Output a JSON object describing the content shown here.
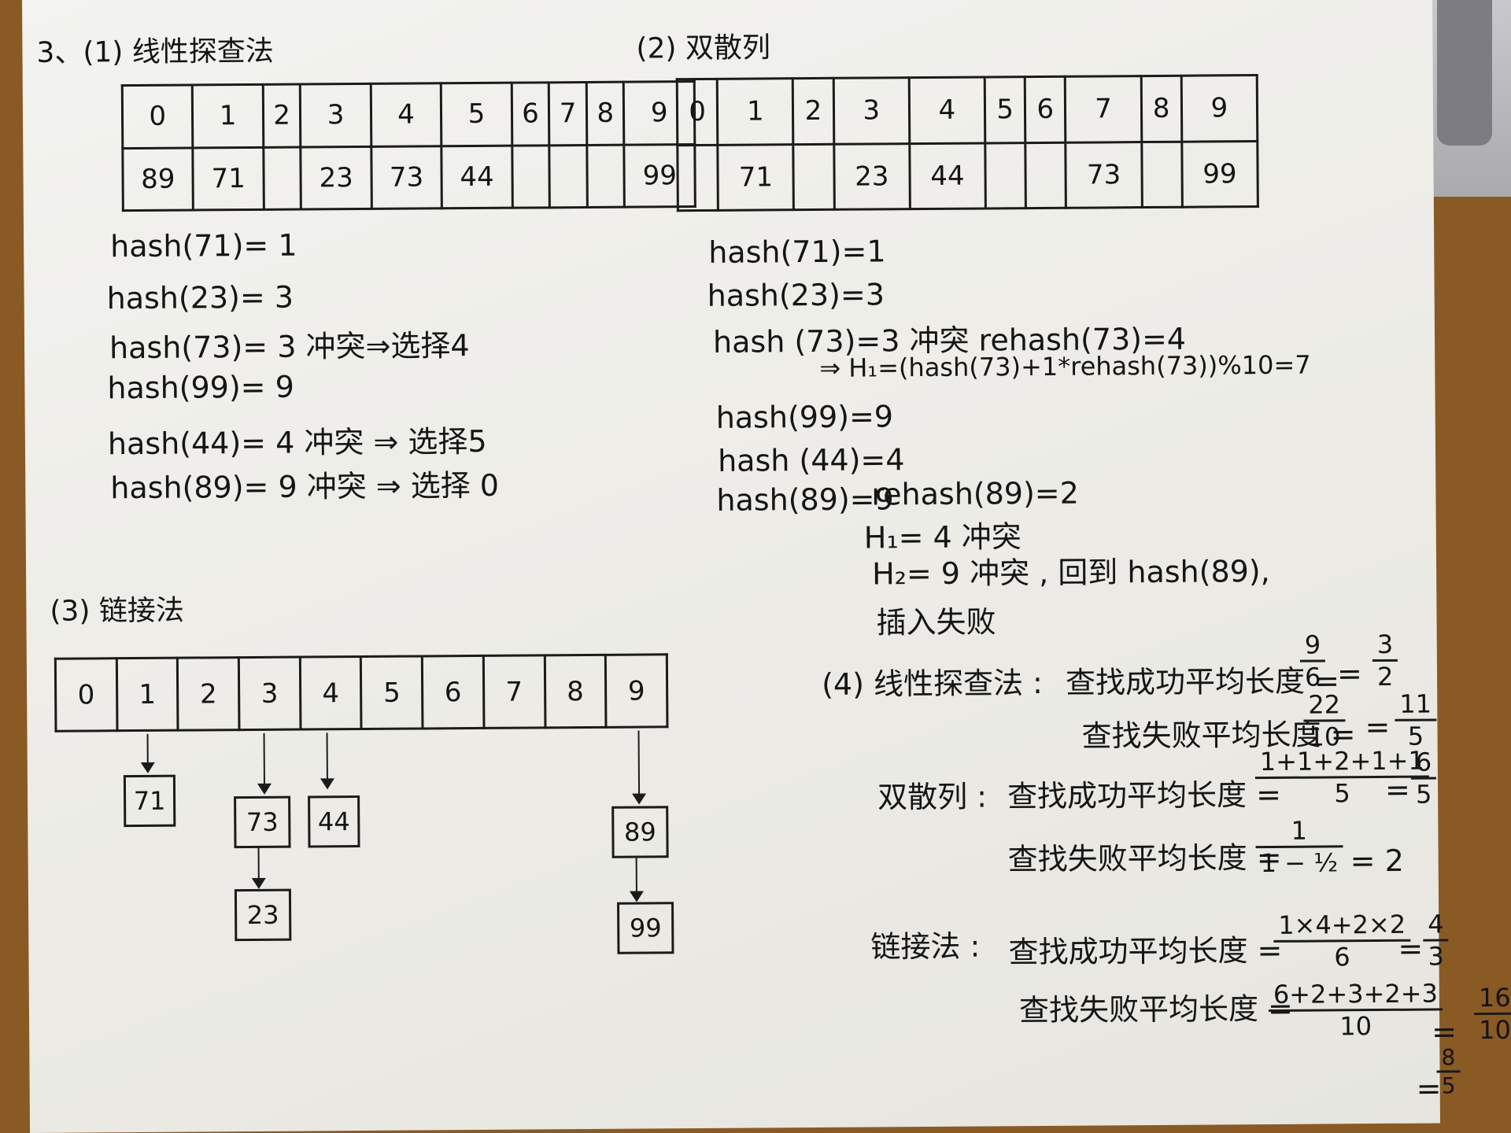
{
  "q1": {
    "title": "3、(1) 线性探查法",
    "header": [
      "0",
      "1",
      "2",
      "3",
      "4",
      "5",
      "6",
      "7",
      "8",
      "9"
    ],
    "values": [
      "89",
      "71",
      "",
      "23",
      "73",
      "44",
      "",
      "",
      "",
      "99"
    ],
    "lines": [
      "hash(71)= 1",
      "hash(23)= 3",
      "hash(73)= 3 冲突⇒选择4",
      "hash(99)= 9",
      "hash(44)= 4 冲突 ⇒ 选择5",
      "hash(89)= 9 冲突 ⇒ 选择 0"
    ]
  },
  "q2": {
    "title": "(2) 双散列",
    "header": [
      "0",
      "1",
      "2",
      "3",
      "4",
      "5",
      "6",
      "7",
      "8",
      "9"
    ],
    "values": [
      "",
      "71",
      "",
      "23",
      "44",
      "",
      "",
      "73",
      "",
      "99"
    ],
    "lines": [
      "hash(71)=1",
      "hash(23)=3",
      "hash (73)=3 冲突   rehash(73)=4",
      "⇒ H₁=(hash(73)+1*rehash(73))%10=7",
      "hash(99)=9",
      "hash (44)=4",
      "hash(89)=9",
      "rehash(89)=2",
      "H₁= 4  冲突",
      "H₂= 9  冲突 , 回到 hash(89),",
      "插入失败"
    ]
  },
  "q3": {
    "title": "(3) 链接法",
    "header": [
      "0",
      "1",
      "2",
      "3",
      "4",
      "5",
      "6",
      "7",
      "8",
      "9"
    ],
    "nodes": {
      "n71": "71",
      "n73": "73",
      "n23": "23",
      "n44": "44",
      "n89": "89",
      "n99": "99"
    }
  },
  "q4": {
    "title": "(4) 线性探查法 :",
    "lp_success": "查找成功平均长度 =",
    "lp_success_frac": {
      "num": "9",
      "den": "6"
    },
    "lp_success_eq": "=",
    "lp_success_res": {
      "num": "3",
      "den": "2"
    },
    "lp_fail": "查找失败平均长度 =",
    "lp_fail_frac": {
      "num": "22",
      "den": "10"
    },
    "lp_fail_eq": "=",
    "lp_fail_res": {
      "num": "11",
      "den": "5"
    },
    "dh_label": "双散列 :",
    "dh_success": "查找成功平均长度 =",
    "dh_success_frac": {
      "num": "1+1+2+1+1",
      "den": "5"
    },
    "dh_success_eq": "=",
    "dh_success_res": {
      "num": "6",
      "den": "5"
    },
    "dh_fail": "查找失败平均长度 =",
    "dh_fail_frac": {
      "num": "1",
      "den": "1 − ½"
    },
    "dh_fail_res": "= 2",
    "ch_label": "链接法 :",
    "ch_success": "查找成功平均长度 =",
    "ch_success_frac": {
      "num": "1×4+2×2",
      "den": "6"
    },
    "ch_success_eq": "=",
    "ch_success_res": {
      "num": "4",
      "den": "3"
    },
    "ch_fail": "查找失败平均长度 =",
    "ch_fail_frac": {
      "num": "6+2+3+2+3",
      "den": "10"
    },
    "ch_fail_eq": "=",
    "ch_fail_res": {
      "num": "16",
      "den": "10"
    },
    "ch_fail_final_eq": "=",
    "ch_fail_final": {
      "num": "8",
      "den": "5"
    }
  }
}
